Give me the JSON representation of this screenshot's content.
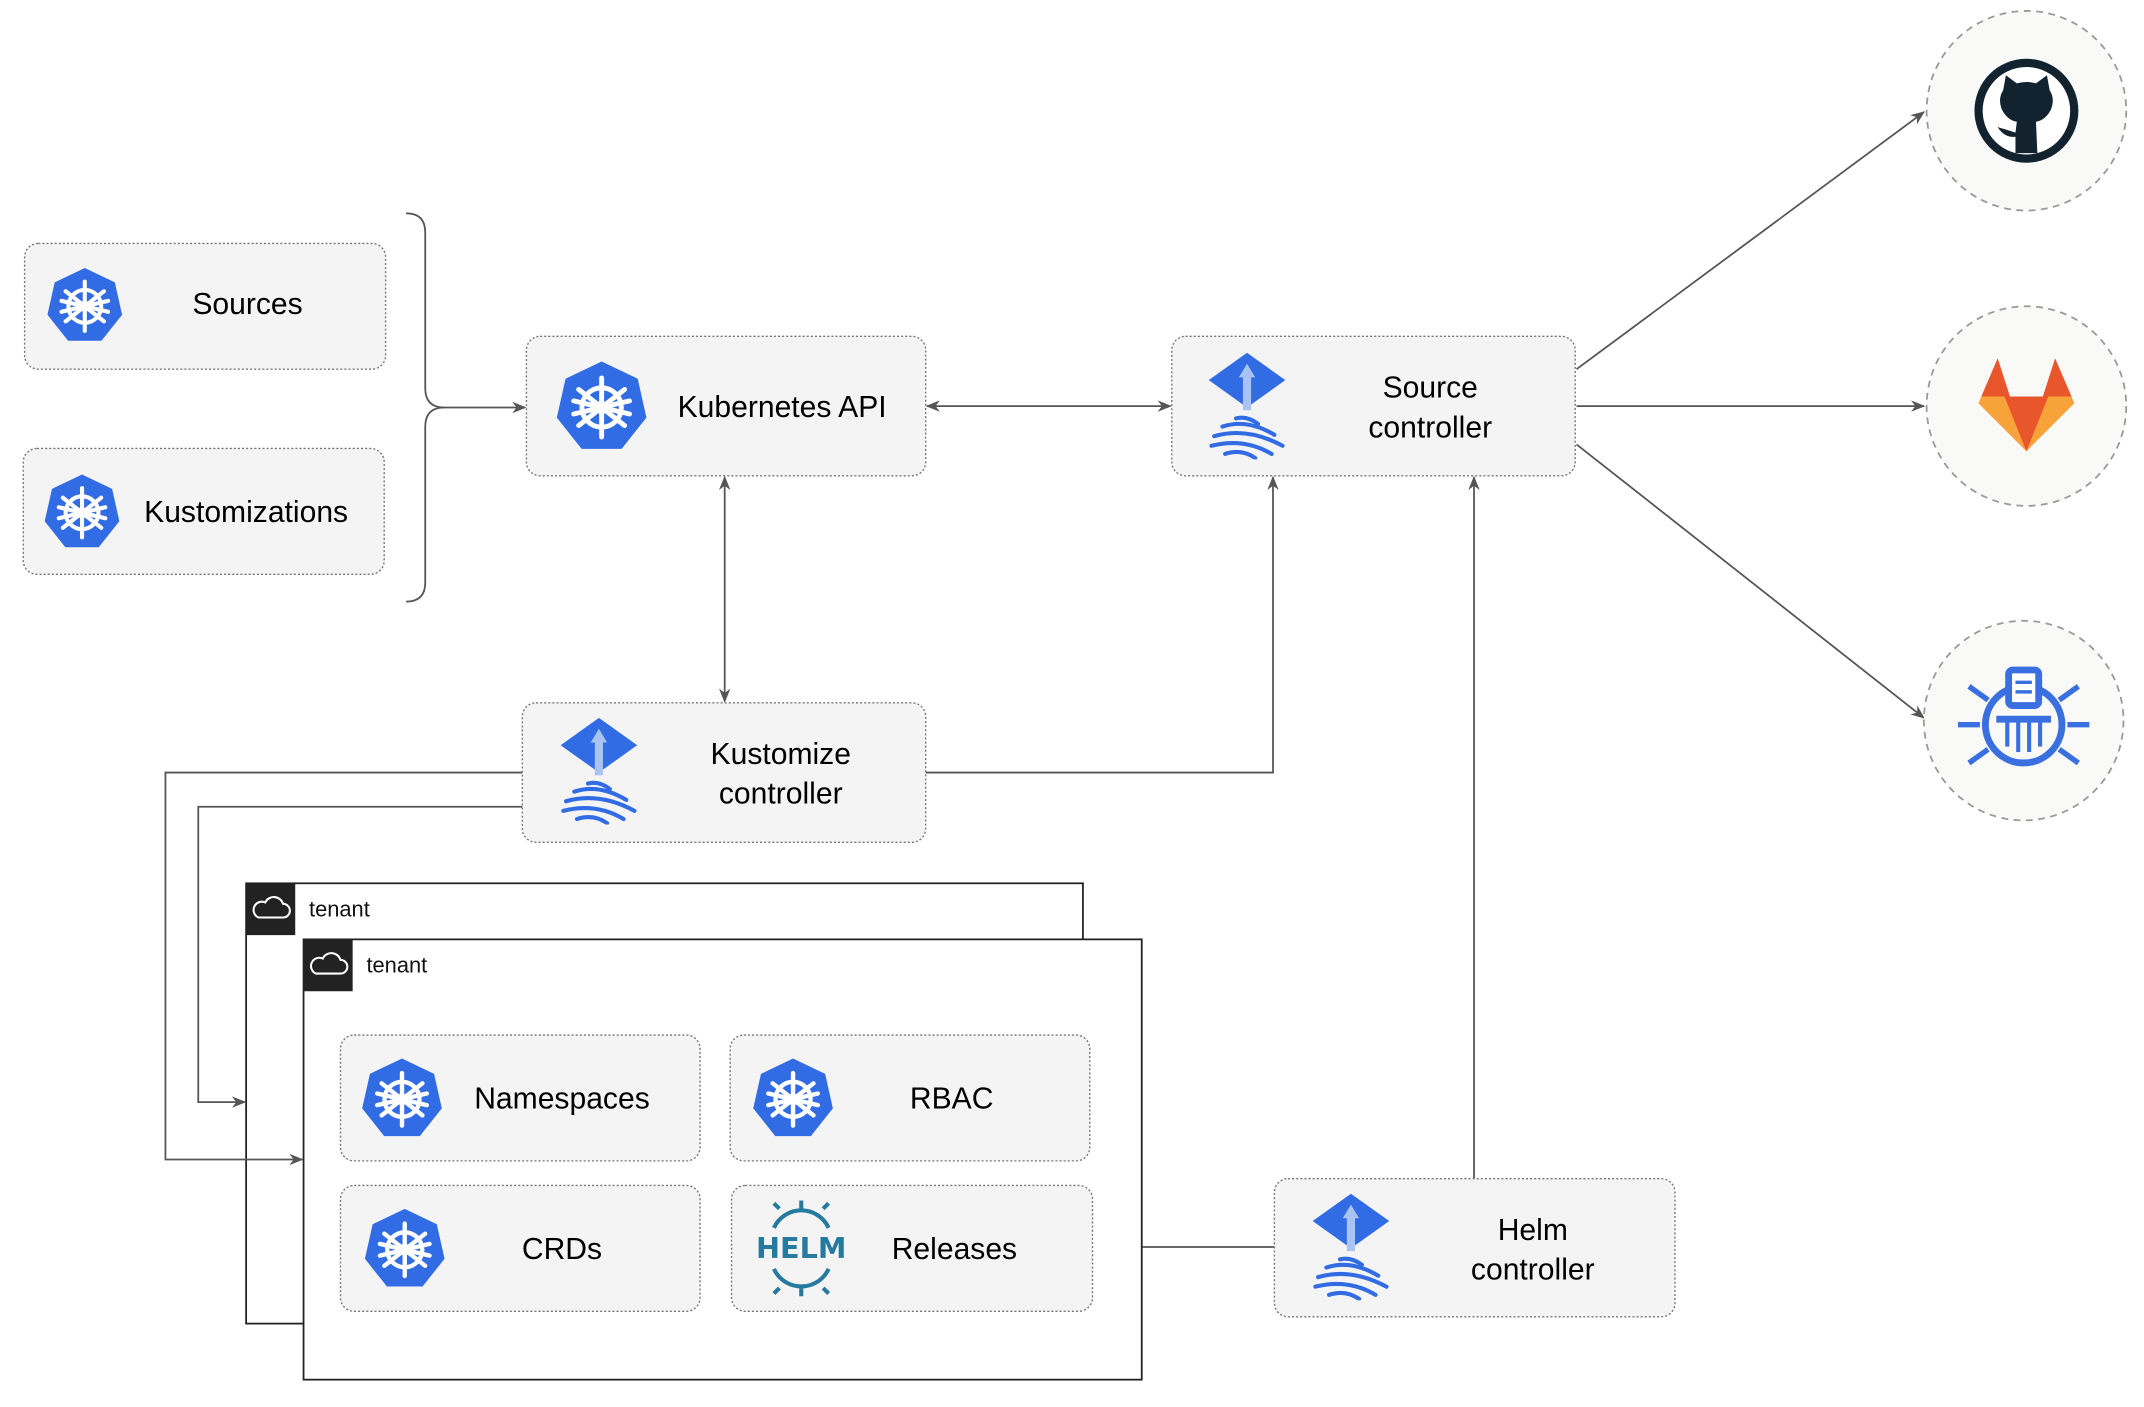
{
  "nodes": {
    "sources": "Sources",
    "kustomizations": "Kustomizations",
    "kubernetes_api": "Kubernetes API",
    "source_controller": [
      "Source",
      "controller"
    ],
    "kustomize_controller": [
      "Kustomize",
      "controller"
    ],
    "helm_controller": [
      "Helm",
      "controller"
    ],
    "namespaces": "Namespaces",
    "rbac": "RBAC",
    "crds": "CRDs",
    "releases": "Releases"
  },
  "tenants": [
    "tenant",
    "tenant"
  ],
  "helm_logo_text": "HELM",
  "external_sources": [
    "github-icon",
    "gitlab-icon",
    "helm-repository-icon"
  ],
  "colors": {
    "kubernetes_blue": "#326ce5",
    "helm": "#277a9f",
    "github": "#12232f",
    "gitlab_dark": "#e9562b",
    "gitlab_light": "#f8a23a",
    "tenant_header": "#222222"
  }
}
